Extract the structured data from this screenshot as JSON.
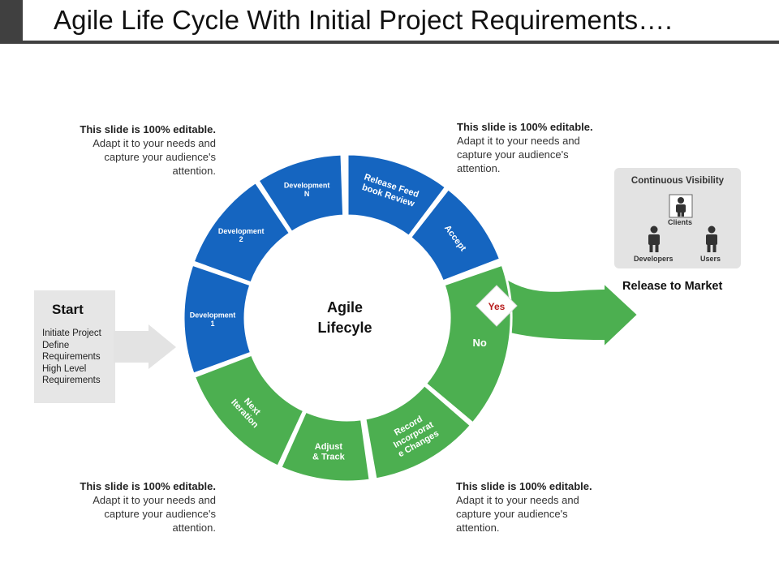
{
  "title": "Agile Life Cycle With Initial Project Requirements….",
  "notes": [
    {
      "heading": "This slide is 100% editable.",
      "lines": [
        "Adapt it to your needs and",
        "capture your audience's",
        "attention."
      ]
    },
    {
      "heading": "This slide is 100% editable.",
      "lines": [
        "Adapt it to your needs and",
        "capture your audience's",
        "attention."
      ]
    },
    {
      "heading": "This slide is 100% editable.",
      "lines": [
        "Adapt it to your needs and",
        "capture your audience's",
        "attention."
      ]
    },
    {
      "heading": "This slide is 100% editable.",
      "lines": [
        "Adapt it to your needs and",
        "capture your audience's",
        "attention."
      ]
    }
  ],
  "start": {
    "title": "Start",
    "lines": [
      "Initiate Project",
      "Define",
      "Requirements",
      "High Level",
      "Requirements"
    ]
  },
  "center": {
    "line1": "Agile",
    "line2": "Lifecyle"
  },
  "segments": {
    "dev1": [
      "Development",
      "1"
    ],
    "dev2": [
      "Development",
      "2"
    ],
    "devn": [
      "Development",
      "N"
    ],
    "release_feed": [
      "Release Feed",
      "book Review"
    ],
    "accept": [
      "Accept"
    ],
    "no": [
      "No"
    ],
    "record": [
      "Record",
      "Incorporat",
      "e Changes"
    ],
    "adjust": [
      "Adjust",
      "& Track"
    ],
    "next": [
      "Next",
      "Iteration"
    ]
  },
  "decision": "Yes",
  "release_to_market": "Release to Market",
  "visibility": {
    "title": "Continuous  Visibility",
    "clients": "Clients",
    "developers": "Developers",
    "users": "Users"
  },
  "colors": {
    "blue": "#1565c0",
    "green": "#4caf50",
    "dark": "#404040",
    "gray_box": "#e6e6e6",
    "yes_text": "#b71c1c"
  }
}
